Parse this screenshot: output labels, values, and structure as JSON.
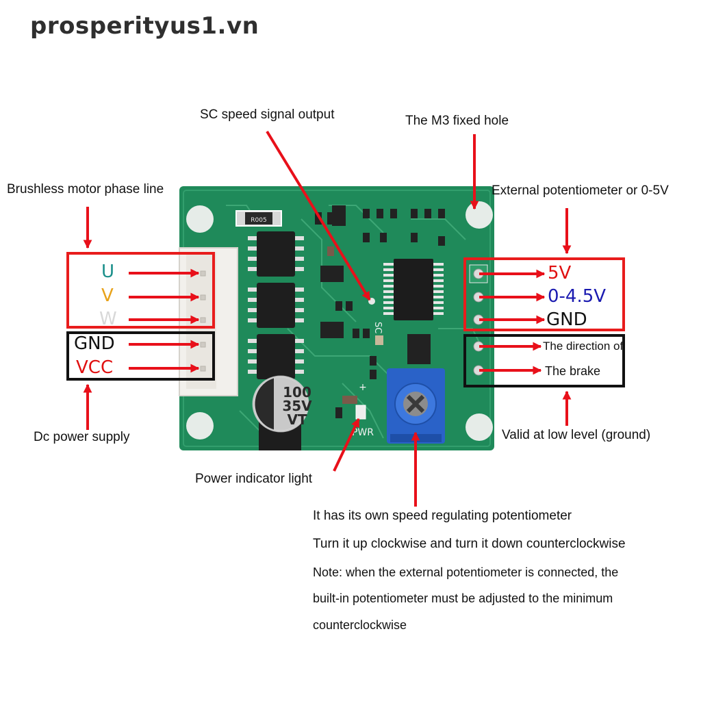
{
  "watermark": "prosperityus1.vn",
  "colors": {
    "arrow": "#e8101a",
    "box_red": "#e81c1c",
    "box_black": "#111111",
    "pcb_green": "#1f8a5a",
    "pin_u": "#1a8f8a",
    "pin_v": "#e8a21a",
    "pin_w": "#d8d8d8",
    "pin_vcc": "#e01010",
    "pin_5v": "#e01010",
    "pin_analog": "#1a1ab0",
    "pot_blue": "#2a62c8"
  },
  "callouts": {
    "sc_speed": "SC speed signal output",
    "m3_hole": "The M3 fixed hole",
    "phase_line": "Brushless motor phase line",
    "external_pot": "External potentiometer or 0-5V",
    "dc_power": "Dc power supply",
    "power_light": "Power indicator light",
    "valid_low": "Valid at low level (ground)"
  },
  "left_pins": {
    "phase": [
      {
        "label": "U"
      },
      {
        "label": "V"
      },
      {
        "label": "W"
      }
    ],
    "power": [
      {
        "label": "GND"
      },
      {
        "label": "VCC"
      }
    ]
  },
  "right_pins": {
    "control": [
      {
        "label": "5V"
      },
      {
        "label": "0-4.5V"
      },
      {
        "label": "GND"
      }
    ],
    "logic": [
      {
        "label": "The direction of"
      },
      {
        "label": "The brake"
      }
    ]
  },
  "board": {
    "capacitor_lines": [
      "100",
      "35V",
      "VT"
    ],
    "resistor_code": "R005",
    "silk_sc": "SC",
    "silk_pwr": "PWR",
    "silk_plus": "+"
  },
  "notes": [
    "It has its own speed regulating potentiometer",
    "Turn it up clockwise and turn it down counterclockwise",
    "Note: when the external potentiometer is connected, the",
    "built-in potentiometer must be adjusted to the minimum",
    "counterclockwise"
  ]
}
